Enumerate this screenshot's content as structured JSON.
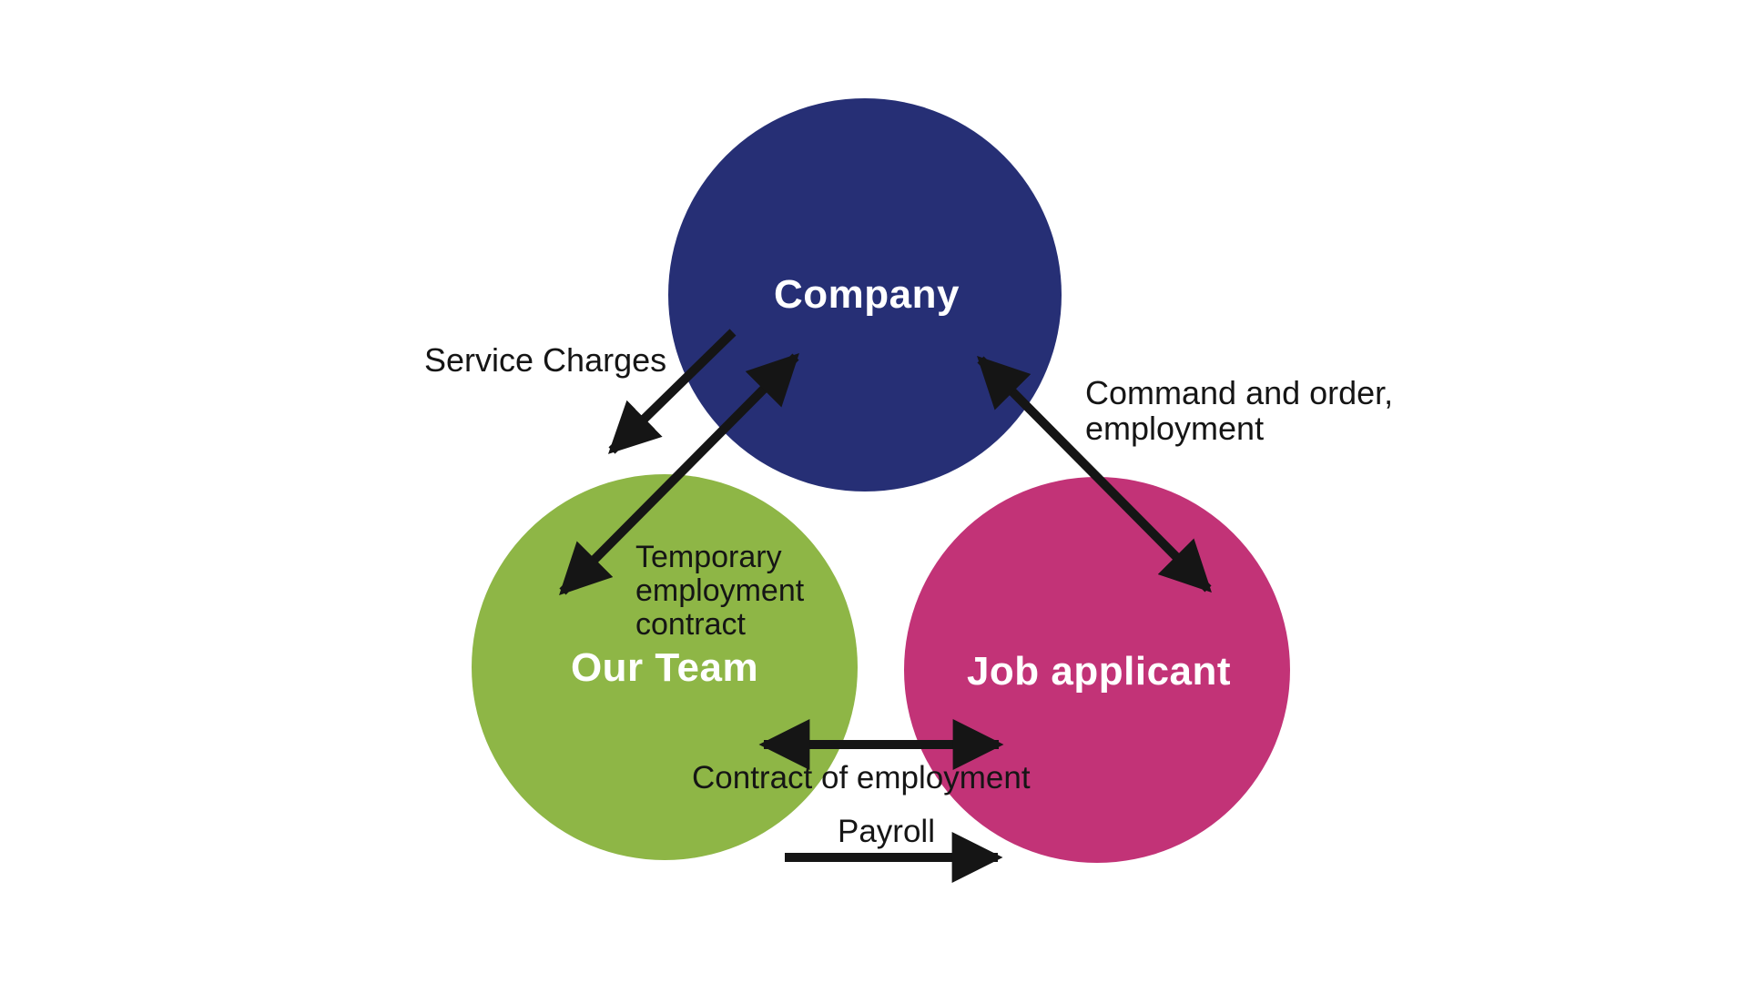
{
  "diagram": {
    "background": "#ffffff",
    "arrow_color": "#151515",
    "nodes": [
      {
        "id": "company",
        "label": "Company",
        "fill": "#262f75",
        "label_color": "#ffffff"
      },
      {
        "id": "our-team",
        "label": "Our Team",
        "fill": "#8eb646",
        "label_color": "#ffffff"
      },
      {
        "id": "job-applicant",
        "label": "Job applicant",
        "fill": "#c23377",
        "label_color": "#ffffff"
      }
    ],
    "edge_labels": {
      "service_charges": "Service Charges",
      "temporary_employment_contract": "Temporary\nemployment\ncontract",
      "command_and_order": "Command and order,\nemployment",
      "contract_of_employment": "Contract of employment",
      "payroll": "Payroll"
    },
    "edges": [
      {
        "id": "service-charges",
        "from": "company",
        "to": "gap-above-our-team",
        "direction": "one-way"
      },
      {
        "id": "temporary-employment-contract",
        "from": "our-team",
        "to": "company",
        "direction": "two-way"
      },
      {
        "id": "command-and-order",
        "from": "job-applicant",
        "to": "company",
        "direction": "two-way"
      },
      {
        "id": "contract-of-employment",
        "from": "our-team",
        "to": "job-applicant",
        "direction": "two-way"
      },
      {
        "id": "payroll",
        "from": "our-team",
        "to": "job-applicant",
        "direction": "one-way"
      }
    ]
  }
}
